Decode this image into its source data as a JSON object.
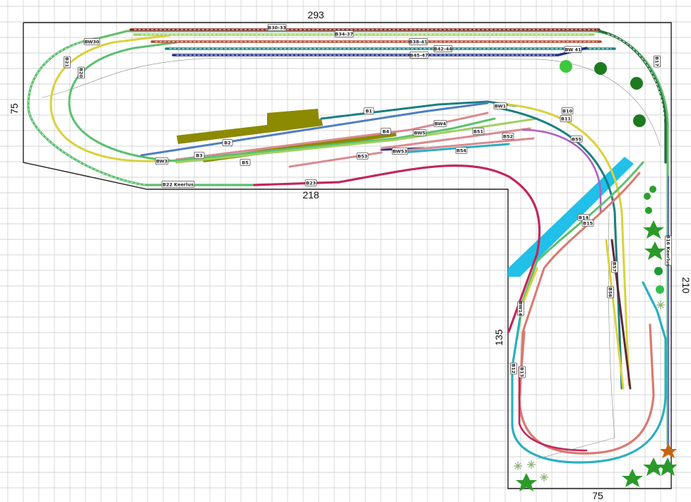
{
  "dimensions": {
    "top_width": "293",
    "left_depth": "75",
    "inner_edge": "218",
    "right_height": "210",
    "inner_height": "135",
    "bottom_width": "75"
  },
  "labels": {
    "b30_33": "B30-33",
    "b34_37": "B34-37",
    "b38_41": "B38-41",
    "b42_44": "B42-44",
    "b45_47": "B45-47",
    "bw41": "BW 41",
    "b17": "B17",
    "bw30": "BW30",
    "b21": "B21",
    "b20": "B20",
    "b1": "B1",
    "bw1": "BW1",
    "b10": "B10",
    "b11": "B11",
    "bw4": "BW4",
    "b4": "B4",
    "bw5": "BW5",
    "b51": "B51",
    "b52": "B52",
    "b55": "B55",
    "b2": "B2",
    "b3": "B3",
    "bw3": "BW3",
    "b5": "B5",
    "b53": "B53",
    "bw53": "BW53",
    "b54": "B54",
    "b22": "B22 Keerlus",
    "b23": "B23",
    "b14": "B14",
    "b15": "B15",
    "b16": "B16 Keerlus",
    "b57": "B57",
    "b56": "B56",
    "bw14": "BW14",
    "b12": "B12",
    "b13": "B13"
  },
  "colors": {
    "grid": "#c9c9c9",
    "outline": "#222222",
    "platform": "#8c8a00",
    "river": "#20c0e8",
    "dark_red": "#8a1f1f",
    "light_green": "#9ed060",
    "brown_red": "#b0462a",
    "teal": "#1b7f80",
    "navy": "#1f2f8c",
    "green": "#5cc070",
    "yellow": "#d8d23c",
    "dark_green": "#2a6a3a",
    "blue": "#4f7fc0",
    "pink": "#d98a90",
    "salmon": "#d87a70",
    "magenta": "#c0285a",
    "cyan": "#2ab0c0",
    "violet": "#b060c0",
    "lilac": "#6a78c0"
  }
}
